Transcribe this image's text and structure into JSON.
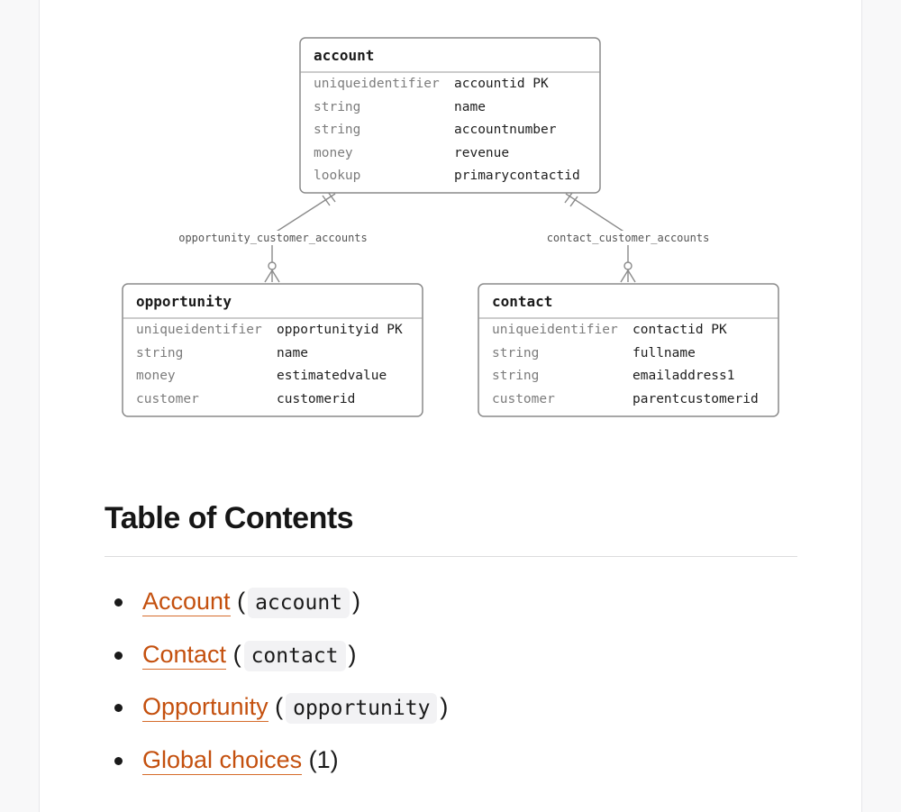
{
  "diagram": {
    "entities": [
      {
        "id": "account",
        "title": "account",
        "attributes": [
          {
            "type": "uniqueidentifier",
            "name": "accountid PK"
          },
          {
            "type": "string",
            "name": "name"
          },
          {
            "type": "string",
            "name": "accountnumber"
          },
          {
            "type": "money",
            "name": "revenue"
          },
          {
            "type": "lookup",
            "name": "primarycontactid"
          }
        ]
      },
      {
        "id": "opportunity",
        "title": "opportunity",
        "attributes": [
          {
            "type": "uniqueidentifier",
            "name": "opportunityid PK"
          },
          {
            "type": "string",
            "name": "name"
          },
          {
            "type": "money",
            "name": "estimatedvalue"
          },
          {
            "type": "customer",
            "name": "customerid"
          }
        ]
      },
      {
        "id": "contact",
        "title": "contact",
        "attributes": [
          {
            "type": "uniqueidentifier",
            "name": "contactid PK"
          },
          {
            "type": "string",
            "name": "fullname"
          },
          {
            "type": "string",
            "name": "emailaddress1"
          },
          {
            "type": "customer",
            "name": "parentcustomerid"
          }
        ]
      }
    ],
    "relationships": [
      {
        "from": "account",
        "to": "opportunity",
        "label": "opportunity_customer_accounts",
        "from_cardinality": "exactly-one",
        "to_cardinality": "zero-or-many"
      },
      {
        "from": "account",
        "to": "contact",
        "label": "contact_customer_accounts",
        "from_cardinality": "exactly-one",
        "to_cardinality": "zero-or-many"
      }
    ]
  },
  "toc": {
    "title": "Table of Contents",
    "items": [
      {
        "link": "Account",
        "code": "account",
        "suffix": ""
      },
      {
        "link": "Contact",
        "code": "contact",
        "suffix": ""
      },
      {
        "link": "Opportunity",
        "code": "opportunity",
        "suffix": ""
      },
      {
        "link": "Global choices",
        "code": "",
        "suffix": "(1)"
      }
    ]
  },
  "colors": {
    "link": "#c4500e",
    "entity_border": "#8a8a8a",
    "type_text": "#7c7c7c"
  }
}
